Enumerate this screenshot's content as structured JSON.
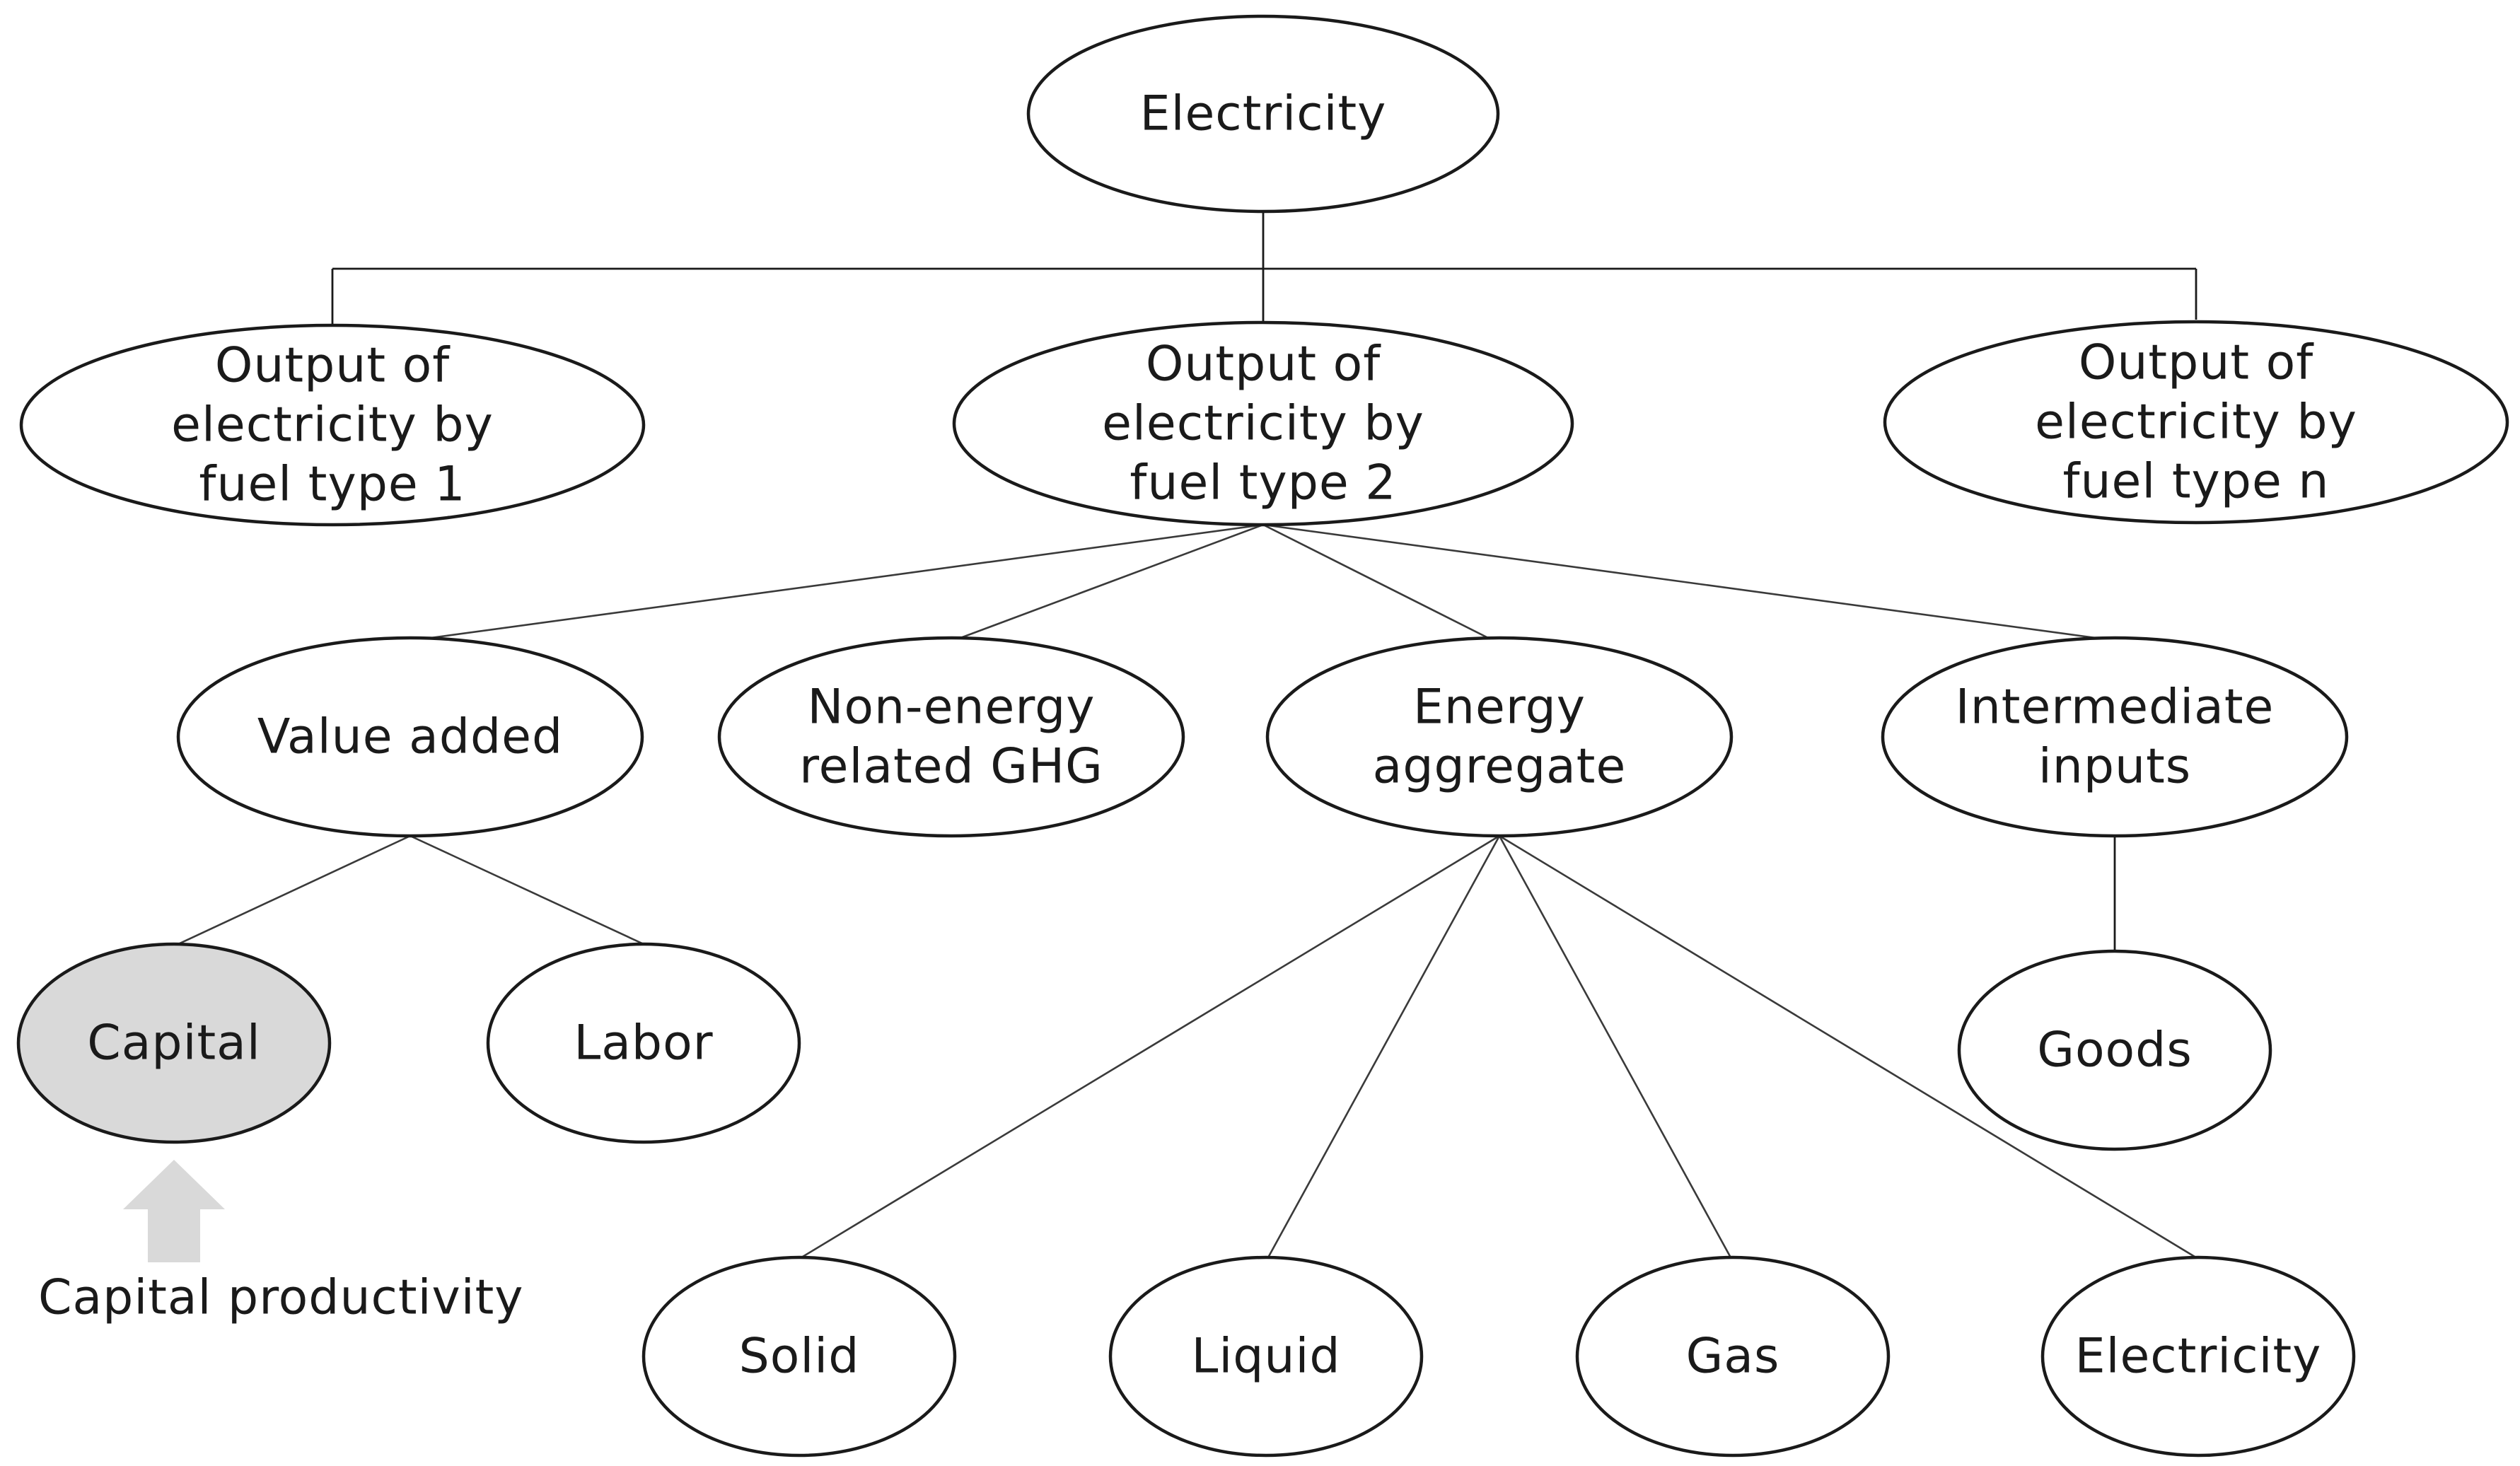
{
  "nodes": {
    "root": {
      "lines": [
        "Electricity"
      ]
    },
    "fuel_type_1": {
      "lines": [
        "Output of",
        "electricity by",
        "fuel type 1"
      ]
    },
    "fuel_type_2": {
      "lines": [
        "Output of",
        "electricity by",
        "fuel type 2"
      ]
    },
    "fuel_type_n": {
      "lines": [
        "Output of",
        "electricity by",
        "fuel type n"
      ]
    },
    "value_added": {
      "lines": [
        "Value added"
      ]
    },
    "non_energy_ghg": {
      "lines": [
        "Non-energy",
        "related GHG"
      ]
    },
    "energy_aggregate": {
      "lines": [
        "Energy",
        "aggregate"
      ]
    },
    "intermediate_inputs": {
      "lines": [
        "Intermediate",
        "inputs"
      ]
    },
    "capital": {
      "lines": [
        "Capital"
      ]
    },
    "labor": {
      "lines": [
        "Labor"
      ]
    },
    "goods": {
      "lines": [
        "Goods"
      ]
    },
    "solid": {
      "lines": [
        "Solid"
      ]
    },
    "liquid": {
      "lines": [
        "Liquid"
      ]
    },
    "gas": {
      "lines": [
        "Gas"
      ]
    },
    "electricity_leaf": {
      "lines": [
        "Electricity"
      ]
    }
  },
  "annotation": {
    "label": "Capital productivity"
  },
  "colors": {
    "shaded_node_fill": "#d9d9d9",
    "arrow_fill": "#d9d9d9",
    "stroke": "#1a1a1a"
  }
}
